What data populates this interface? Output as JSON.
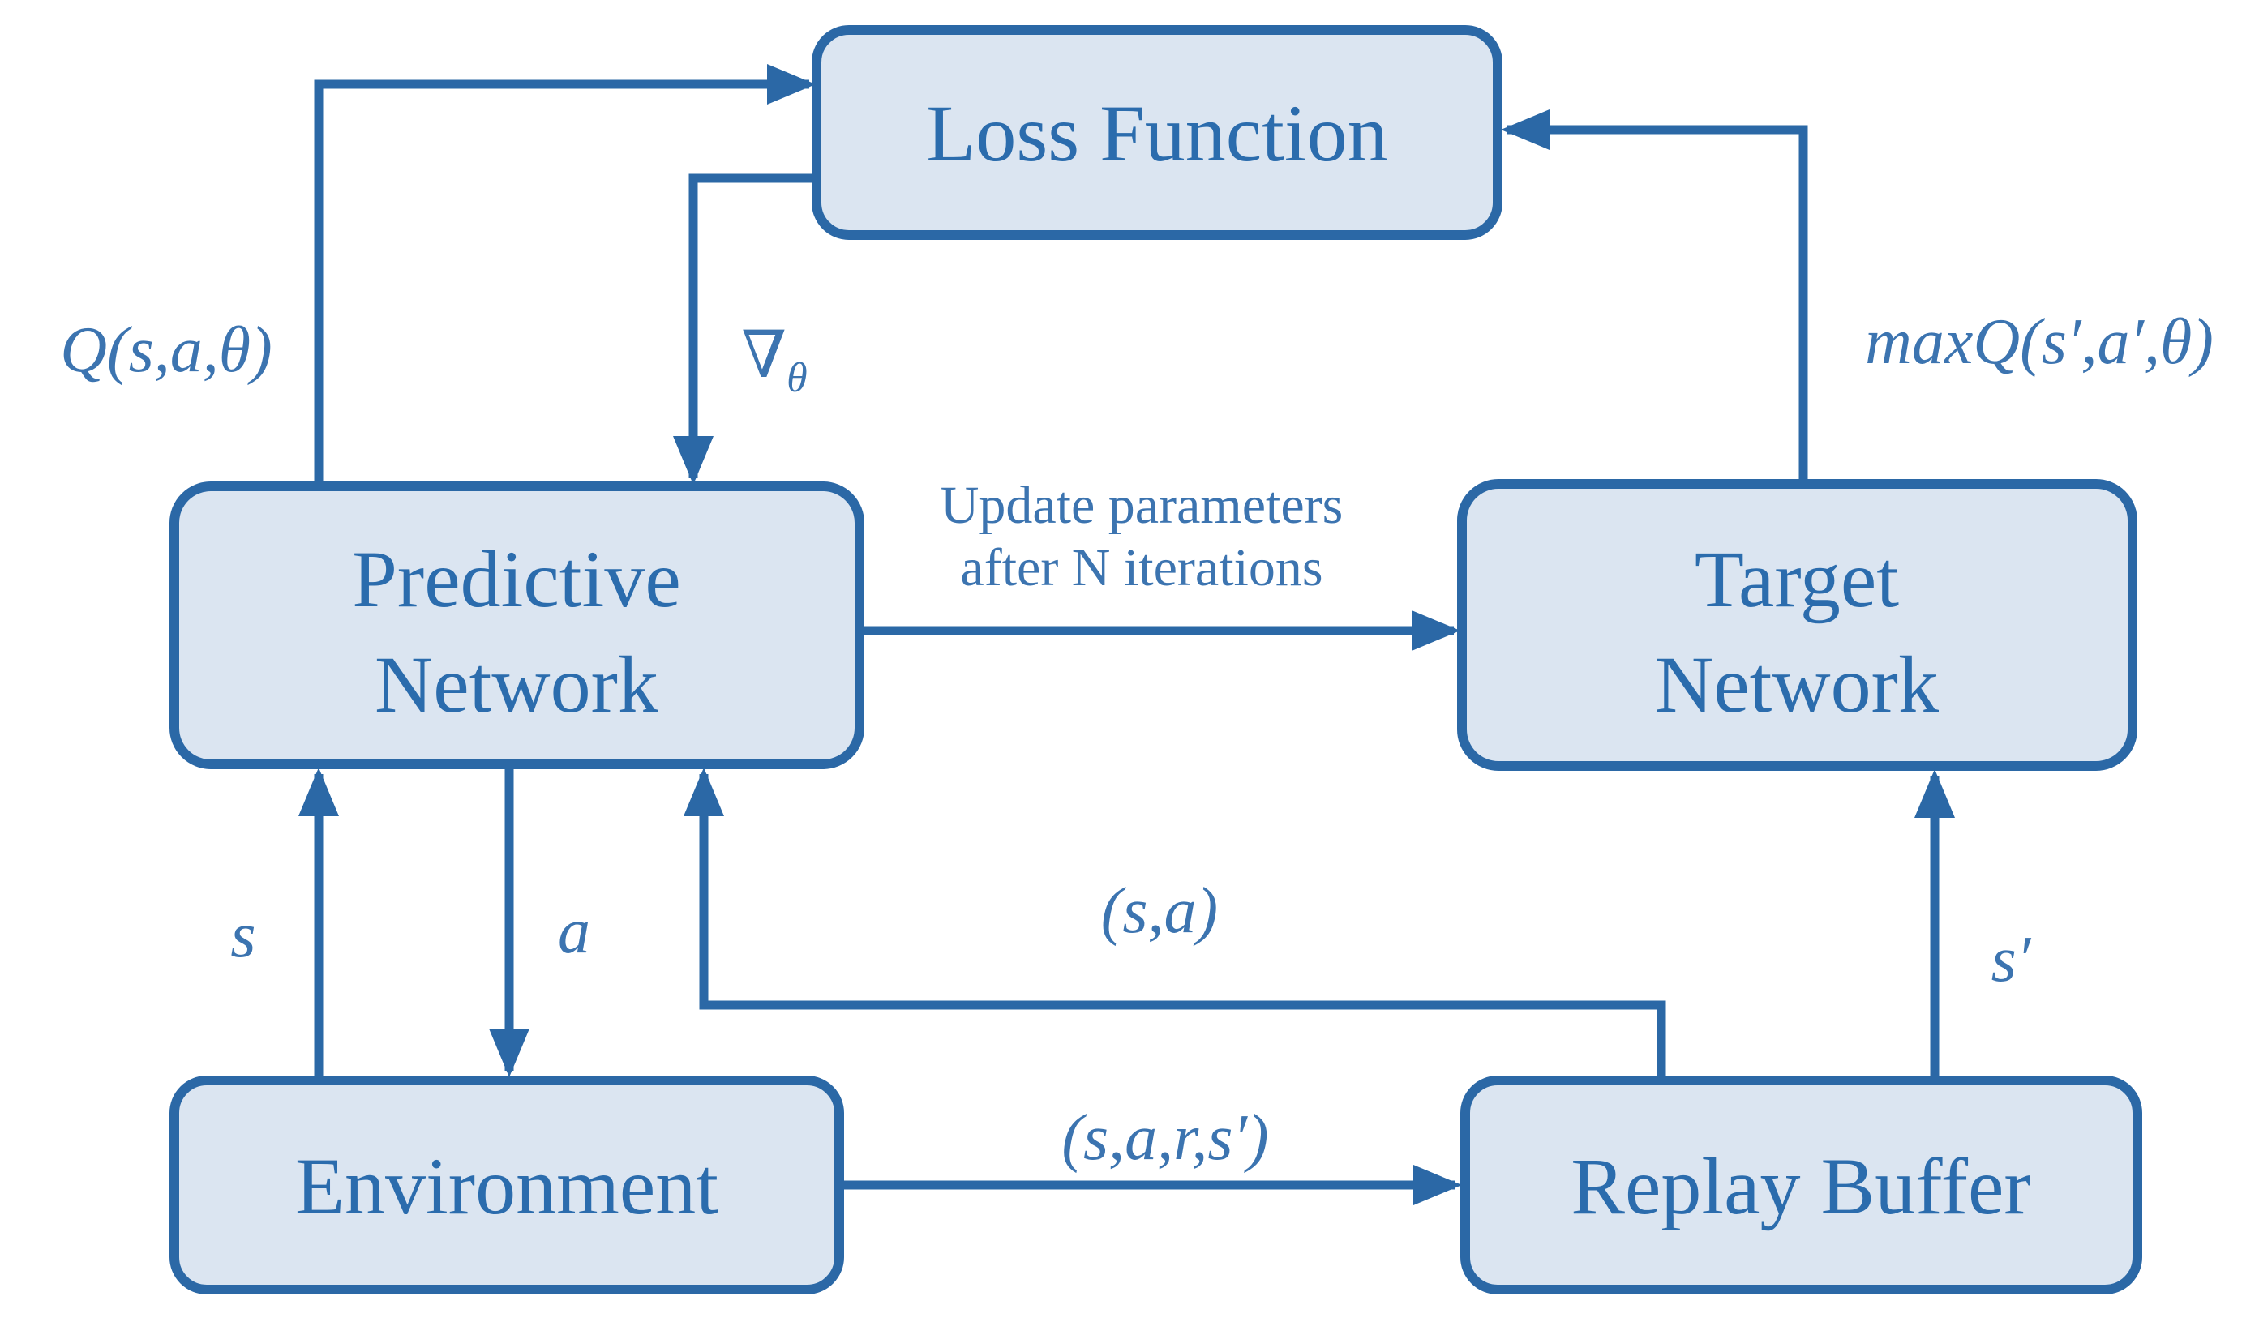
{
  "colors": {
    "background": "#ffffff",
    "box_fill": "#dbe5f1",
    "box_stroke": "#2b68a6",
    "box_text": "#2b6cad",
    "label_text": "#3c74b0",
    "arrow": "#2b68a6"
  },
  "nodes": {
    "loss_function": {
      "label": "Loss Function"
    },
    "predictive_network": {
      "line1": "Predictive",
      "line2": "Network"
    },
    "target_network": {
      "line1": "Target",
      "line2": "Network"
    },
    "environment": {
      "label": "Environment"
    },
    "replay_buffer": {
      "label": "Replay Buffer"
    }
  },
  "edges": {
    "q_value": {
      "label": "Q(s,a,θ)",
      "from": "Predictive Network",
      "to": "Loss Function"
    },
    "gradient": {
      "symbol": "∇",
      "subscript": "θ",
      "from": "Loss Function",
      "to": "Predictive Network"
    },
    "update_parameters": {
      "line1": "Update parameters",
      "line2": "after N iterations",
      "from": "Predictive Network",
      "to": "Target Network"
    },
    "max_q": {
      "label": "maxQ(s′,a′,θ)",
      "from": "Target Network",
      "to": "Loss Function"
    },
    "state": {
      "label": "s",
      "from": "Environment",
      "to": "Predictive Network"
    },
    "action": {
      "label": "a",
      "from": "Predictive Network",
      "to": "Environment"
    },
    "state_action": {
      "label": "(s,a)",
      "from": "Replay Buffer",
      "to": "Predictive Network"
    },
    "transition": {
      "label": "(s,a,r,s′)",
      "from": "Environment",
      "to": "Replay Buffer"
    },
    "next_state": {
      "label": "s′",
      "from": "Replay Buffer",
      "to": "Target Network"
    }
  }
}
